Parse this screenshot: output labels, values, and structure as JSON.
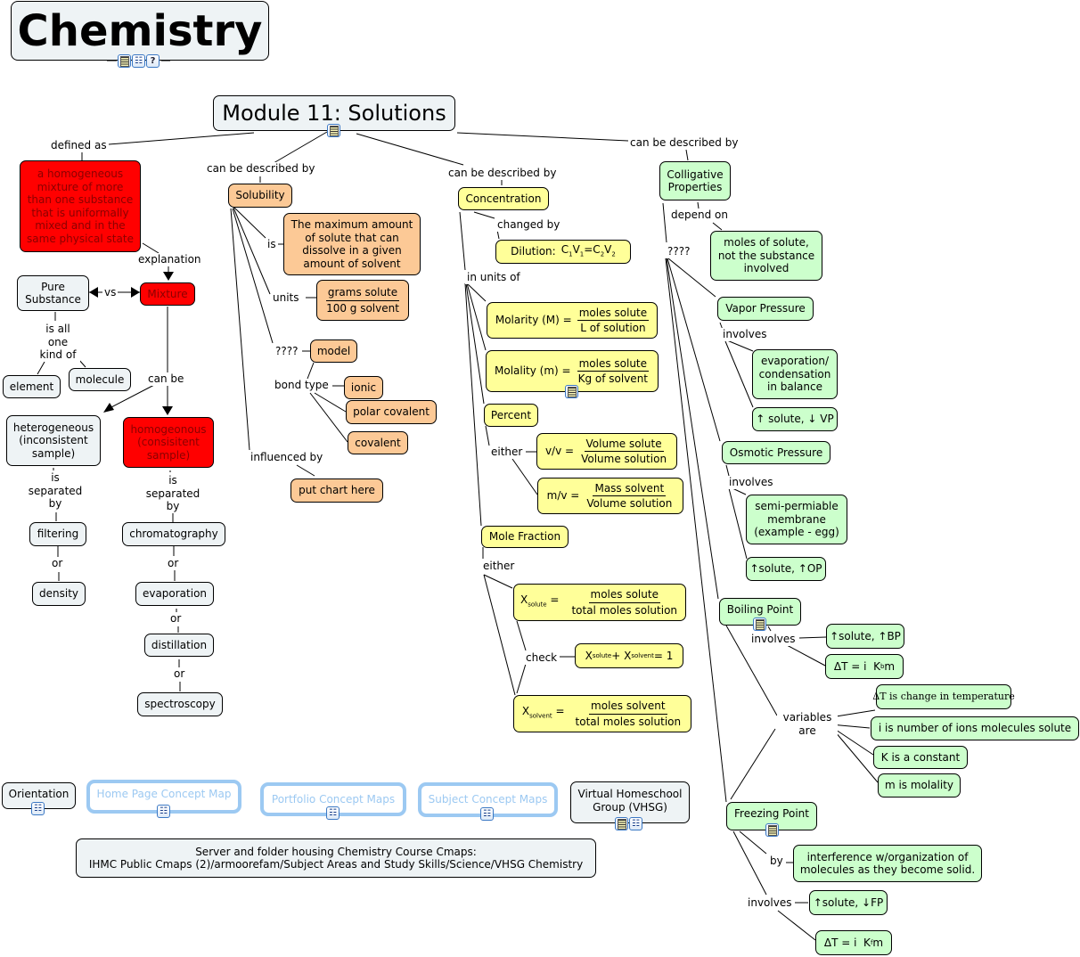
{
  "title": "Chemistry",
  "module": "Module 11: Solutions",
  "left": {
    "defined_as": "defined as",
    "definition": "a homogeneous mixture of more than one substance that is uniformally mixed and in the same physical state",
    "explanation": "explanation",
    "mixture": "Mixture",
    "vs": "vs",
    "pure_substance": "Pure Substance",
    "is_all_one_kind_of": "is all one kind of",
    "element": "element",
    "molecule": "molecule",
    "can_be": "can be",
    "heterogeneous": "heterogeneous (inconsistent sample)",
    "homogeneous": "homogeonous (consisitent sample)",
    "is_separated_by": "is separated by",
    "filtering": "filtering",
    "or": "or",
    "density": "density",
    "chromatography": "chromatography",
    "evaporation": "evaporation",
    "distillation": "distillation",
    "spectroscopy": "spectroscopy"
  },
  "solubility": {
    "link": "can be described by",
    "label": "Solubility",
    "is": "is",
    "definition": "The maximum amount of solute that can dissolve in a given amount of solvent",
    "units": "units",
    "units_num": "grams solute",
    "units_den": "100 g solvent",
    "qqqq": "????",
    "model": "model",
    "bond_type": "bond type",
    "ionic": "ionic",
    "polar_covalent": "polar covalent",
    "covalent": "covalent",
    "influenced_by": "influenced by",
    "chart": "put chart here"
  },
  "concentration": {
    "link": "can be described by",
    "label": "Concentration",
    "changed_by": "changed by",
    "dilution": "Dilution:",
    "in_units_of": "in units of",
    "molarity": "Molarity (M) =",
    "molarity_num": "moles solute",
    "molarity_den": "L of solution",
    "molality": "Molality (m) =",
    "molality_num": "moles solute",
    "molality_den": "Kg of solvent",
    "percent": "Percent",
    "either": "either",
    "vv": "v/v =",
    "vv_num": "Volume solute",
    "vv_den": "Volume solution",
    "mv": "m/v =",
    "mv_num": "Mass solvent",
    "mv_den": "Volume solution",
    "mole_fraction": "Mole Fraction",
    "either2": "either",
    "x_solute_num": "moles solute",
    "x_solute_den": "total moles solution",
    "check": "check",
    "x_solvent_num": "moles solvent",
    "x_solvent_den": "total moles solution"
  },
  "colligative": {
    "link": "can be described by",
    "label": "Colligative Properties",
    "depend_on": "depend on",
    "moles": "moles of solute, not the substance involved",
    "qqqq": "????",
    "vapor_pressure": "Vapor Pressure",
    "vp_involves": "involves",
    "vp_evap": "evaporation/ condensation in balance",
    "vp_rule": "↑ solute, ↓ VP",
    "osmotic_pressure": "Osmotic Pressure",
    "op_involves": "involves",
    "op_membrane": "semi-permiable membrane (example - egg)",
    "op_rule": "↑solute, ↑OP",
    "boiling_point": "Boiling Point",
    "bp_involves": "involves",
    "bp_rule": "↑solute, ↑BP",
    "variables_are": "variables are",
    "var_dt": "ΔT is change in temperature",
    "var_i": "i is number of ions molecules solute",
    "var_k": "K is a constant",
    "var_m": "m is molality",
    "freezing_point": "Freezing Point",
    "fp_by": "by",
    "fp_interference": "interference w/organization of molecules as they become solid.",
    "fp_involves": "involves",
    "fp_rule": "↑solute, ↓FP"
  },
  "footer": {
    "orientation": "Orientation",
    "home_page": "Home Page Concept Map",
    "portfolio": "Portfolio Concept Maps",
    "subject": "Subject Concept Maps",
    "vhsg": "Virtual Homeschool Group (VHSG)",
    "server_line1": "Server and folder housing Chemistry Course Cmaps:",
    "server_line2": "IHMC Public Cmaps (2)/armoorefam/Subject Areas and Study Skills/Science/VHSG Chemistry"
  },
  "colors": {
    "gray_node": "#eef3f5",
    "red_node": "#ff0000",
    "orange_node": "#fcc996",
    "yellow_node": "#ffff99",
    "green_node": "#ccffcc",
    "link_node_border": "#9cc9f2"
  }
}
